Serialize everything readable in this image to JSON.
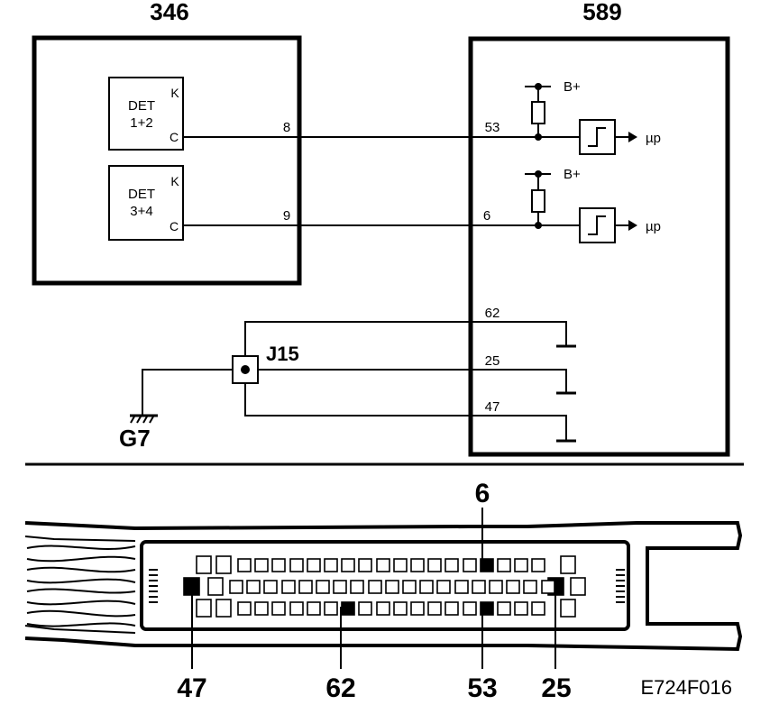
{
  "schematic": {
    "module_a": {
      "number": "346",
      "detectors": [
        {
          "line1": "DET",
          "line2": "1+2",
          "pin_k": "K",
          "pin_c": "C",
          "out_pin": "8"
        },
        {
          "line1": "DET",
          "line2": "3+4",
          "pin_k": "K",
          "pin_c": "C",
          "out_pin": "9"
        }
      ]
    },
    "module_b": {
      "number": "589",
      "inputs": [
        {
          "pin": "53",
          "supply": "B+",
          "output": "µp"
        },
        {
          "pin": "6",
          "supply": "B+",
          "output": "µp"
        }
      ],
      "ground_pins": [
        "62",
        "25",
        "47"
      ]
    },
    "junction": "J15",
    "ground": "G7"
  },
  "connector": {
    "highlighted_pins_top": [
      "6"
    ],
    "highlighted_pins_bottom": [
      "47",
      "62",
      "53",
      "25"
    ]
  },
  "figure_code": "E724F016",
  "colors": {
    "ink": "#000000",
    "paper": "#ffffff"
  }
}
